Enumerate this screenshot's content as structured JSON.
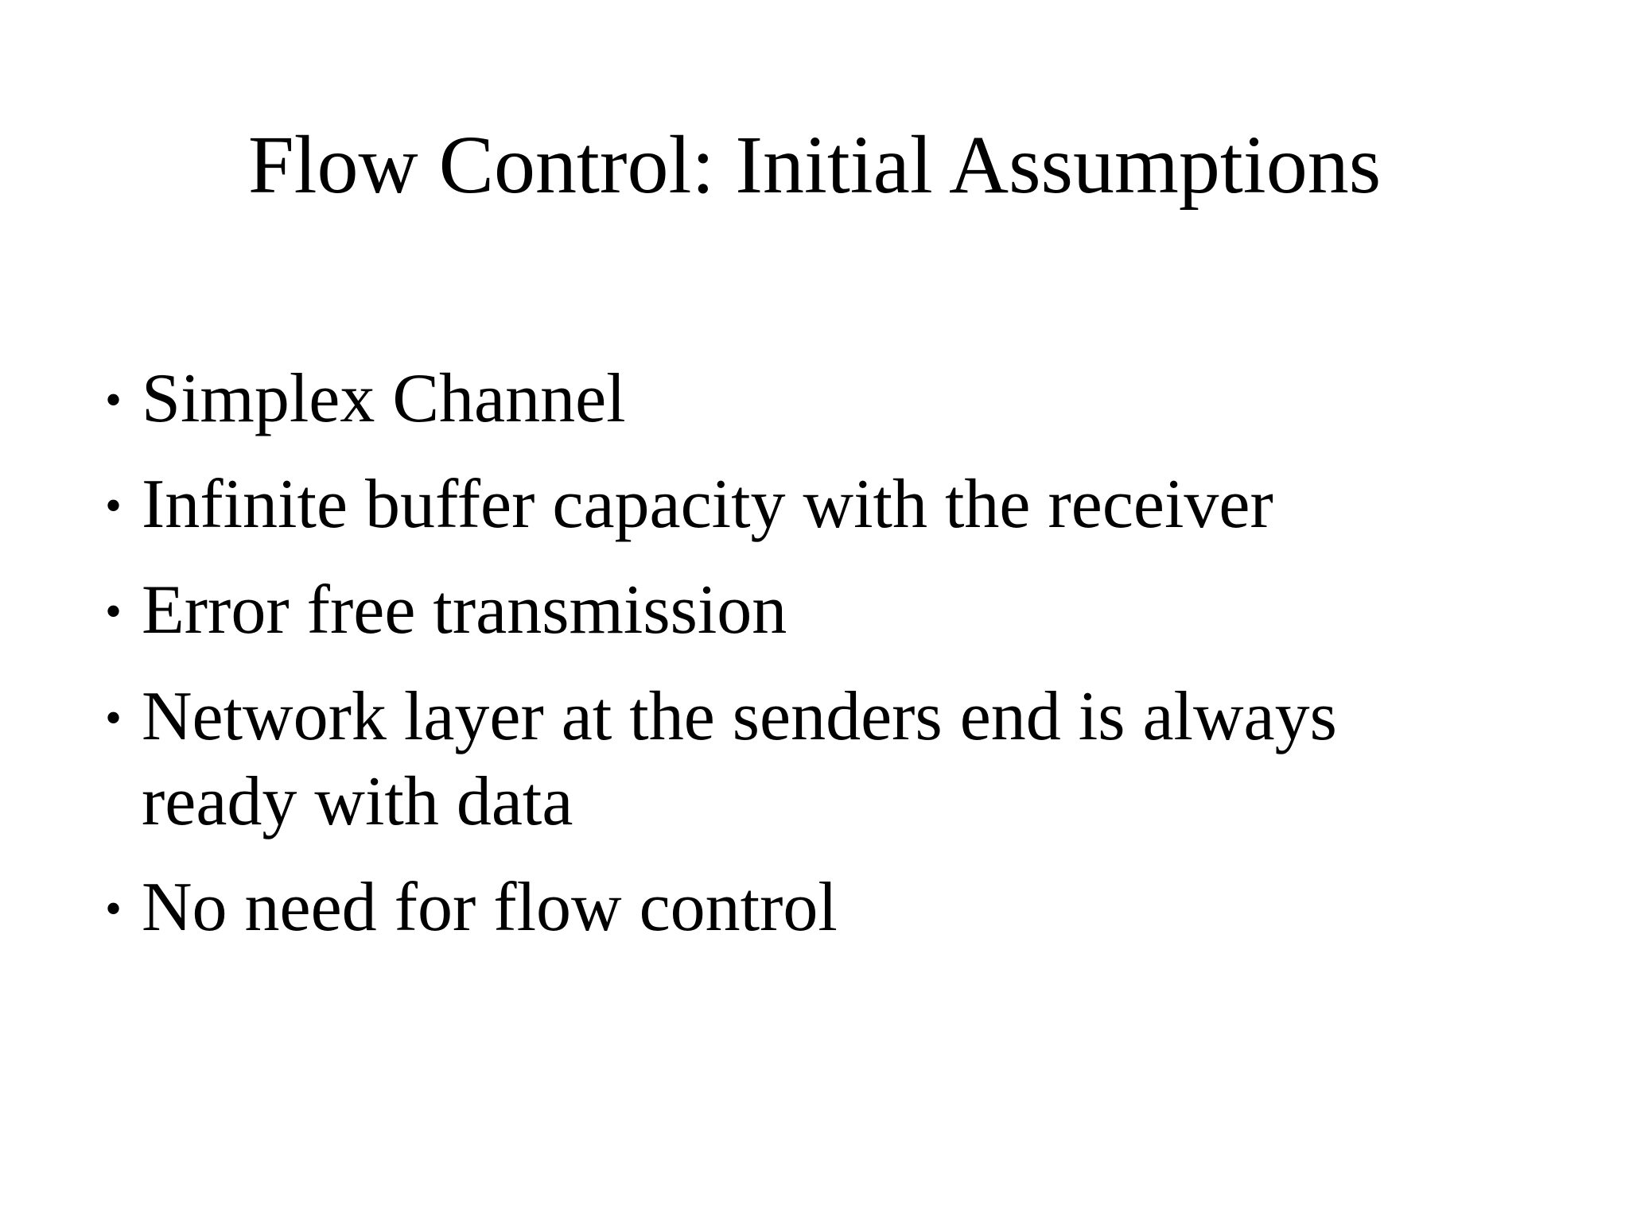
{
  "slide": {
    "title": "Flow Control: Initial Assumptions",
    "bullet_glyph": "•",
    "bullets": [
      "Simplex Channel",
      "Infinite buffer capacity with the receiver",
      "Error free transmission",
      "Network layer at the senders end is always ready with data",
      "No need for flow control"
    ],
    "colors": {
      "background": "#ffffff",
      "text": "#000000"
    }
  }
}
